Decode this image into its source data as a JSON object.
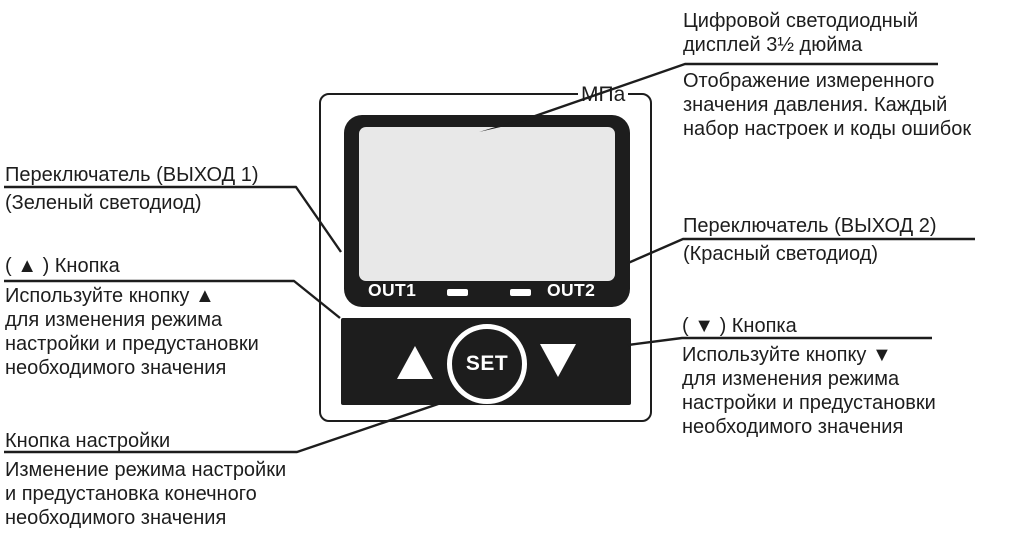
{
  "device": {
    "unit_label": "МПа",
    "out1_label": "OUT1",
    "out2_label": "OUT2",
    "set_button_label": "SET",
    "colors": {
      "body_black": "#1d1d1d",
      "screen_gray": "#e8e8e8",
      "led_white": "#ffffff",
      "out1_led_color_meaning": "зеленый",
      "out2_led_color_meaning": "красный"
    }
  },
  "annotations": {
    "display": {
      "title": [
        "Цифровой светодиодный",
        "дисплей 3½ дюйма"
      ],
      "body": [
        "Отображение измеренного",
        "значения давления. Каждый",
        "набор настроек и коды ошибок"
      ]
    },
    "output1": {
      "title": "Переключатель (ВЫХОД 1)",
      "subtitle": "(Зеленый светодиод)"
    },
    "up_button": {
      "title": "( ▲ ) Кнопка",
      "body": [
        "Используйте кнопку ▲",
        "для изменения режима",
        "настройки и предустановки",
        "необходимого значения"
      ]
    },
    "set_button": {
      "title": "Кнопка настройки",
      "body": [
        "Изменение режима настройки",
        "и предустановка конечного",
        "необходимого значения"
      ]
    },
    "output2": {
      "title": "Переключатель (ВЫХОД 2)",
      "subtitle": "(Красный светодиод)"
    },
    "down_button": {
      "title": "( ▼ ) Кнопка",
      "body": [
        "Используйте кнопку ▼",
        "для изменения режима",
        "настройки и предустановки",
        "необходимого значения"
      ]
    }
  }
}
